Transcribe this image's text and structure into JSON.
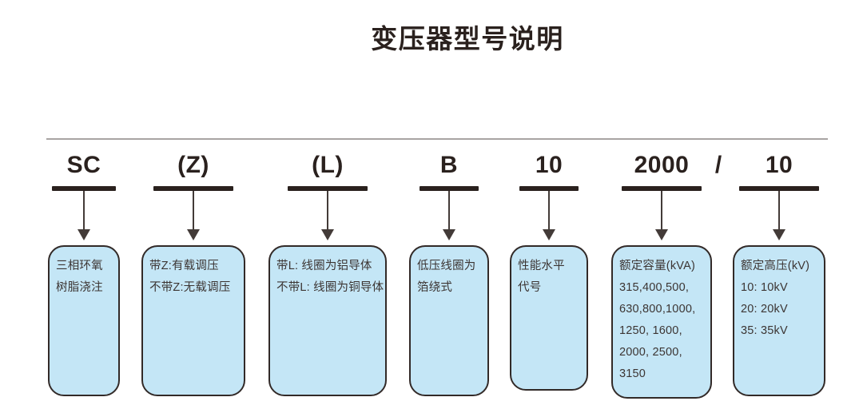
{
  "title": "变压器型号说明",
  "separator": "/",
  "colors": {
    "background": "#ffffff",
    "ink": "#2a211e",
    "rule": "#a8a4a3",
    "arrow": "#433b38",
    "box_fill": "#c4e6f6",
    "box_border": "#322a28",
    "box_text": "#3c3533"
  },
  "columns": [
    {
      "code": "SC",
      "lines": [
        "三相环氧",
        "树脂浇注"
      ]
    },
    {
      "code": "(Z)",
      "lines": [
        "带Z:有载调压",
        "不带Z:无载调压"
      ]
    },
    {
      "code": "(L)",
      "lines": [
        "带L: 线圈为铝导体",
        "不带L: 线圈为铜导体"
      ]
    },
    {
      "code": "B",
      "lines": [
        "低压线圈为",
        "箔绕式"
      ]
    },
    {
      "code": "10",
      "lines": [
        "性能水平",
        "代号"
      ]
    },
    {
      "code": "2000",
      "lines": [
        "额定容量(kVA)",
        "315,400,500,",
        "630,800,1000,",
        "1250, 1600,",
        "2000, 2500,",
        "3150"
      ]
    },
    {
      "code": "10",
      "lines": [
        "额定高压(kV)",
        "10: 10kV",
        "20: 20kV",
        "35: 35kV"
      ]
    }
  ]
}
